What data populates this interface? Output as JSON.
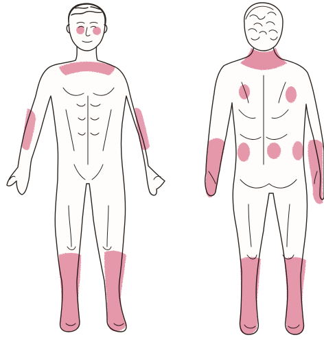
{
  "colors": {
    "background": "#ffffff",
    "outline": "#2a2420",
    "lesion": "#de7f98",
    "skin": "#fffdfb"
  },
  "figures": [
    {
      "view": "front",
      "lesion_regions": [
        "cheeks",
        "neck-collar",
        "forearms",
        "lower-legs"
      ]
    },
    {
      "view": "back",
      "lesion_regions": [
        "nape-of-neck",
        "shoulder-blades",
        "forearms-and-hands",
        "buttocks-and-waist",
        "lower-legs"
      ]
    }
  ]
}
